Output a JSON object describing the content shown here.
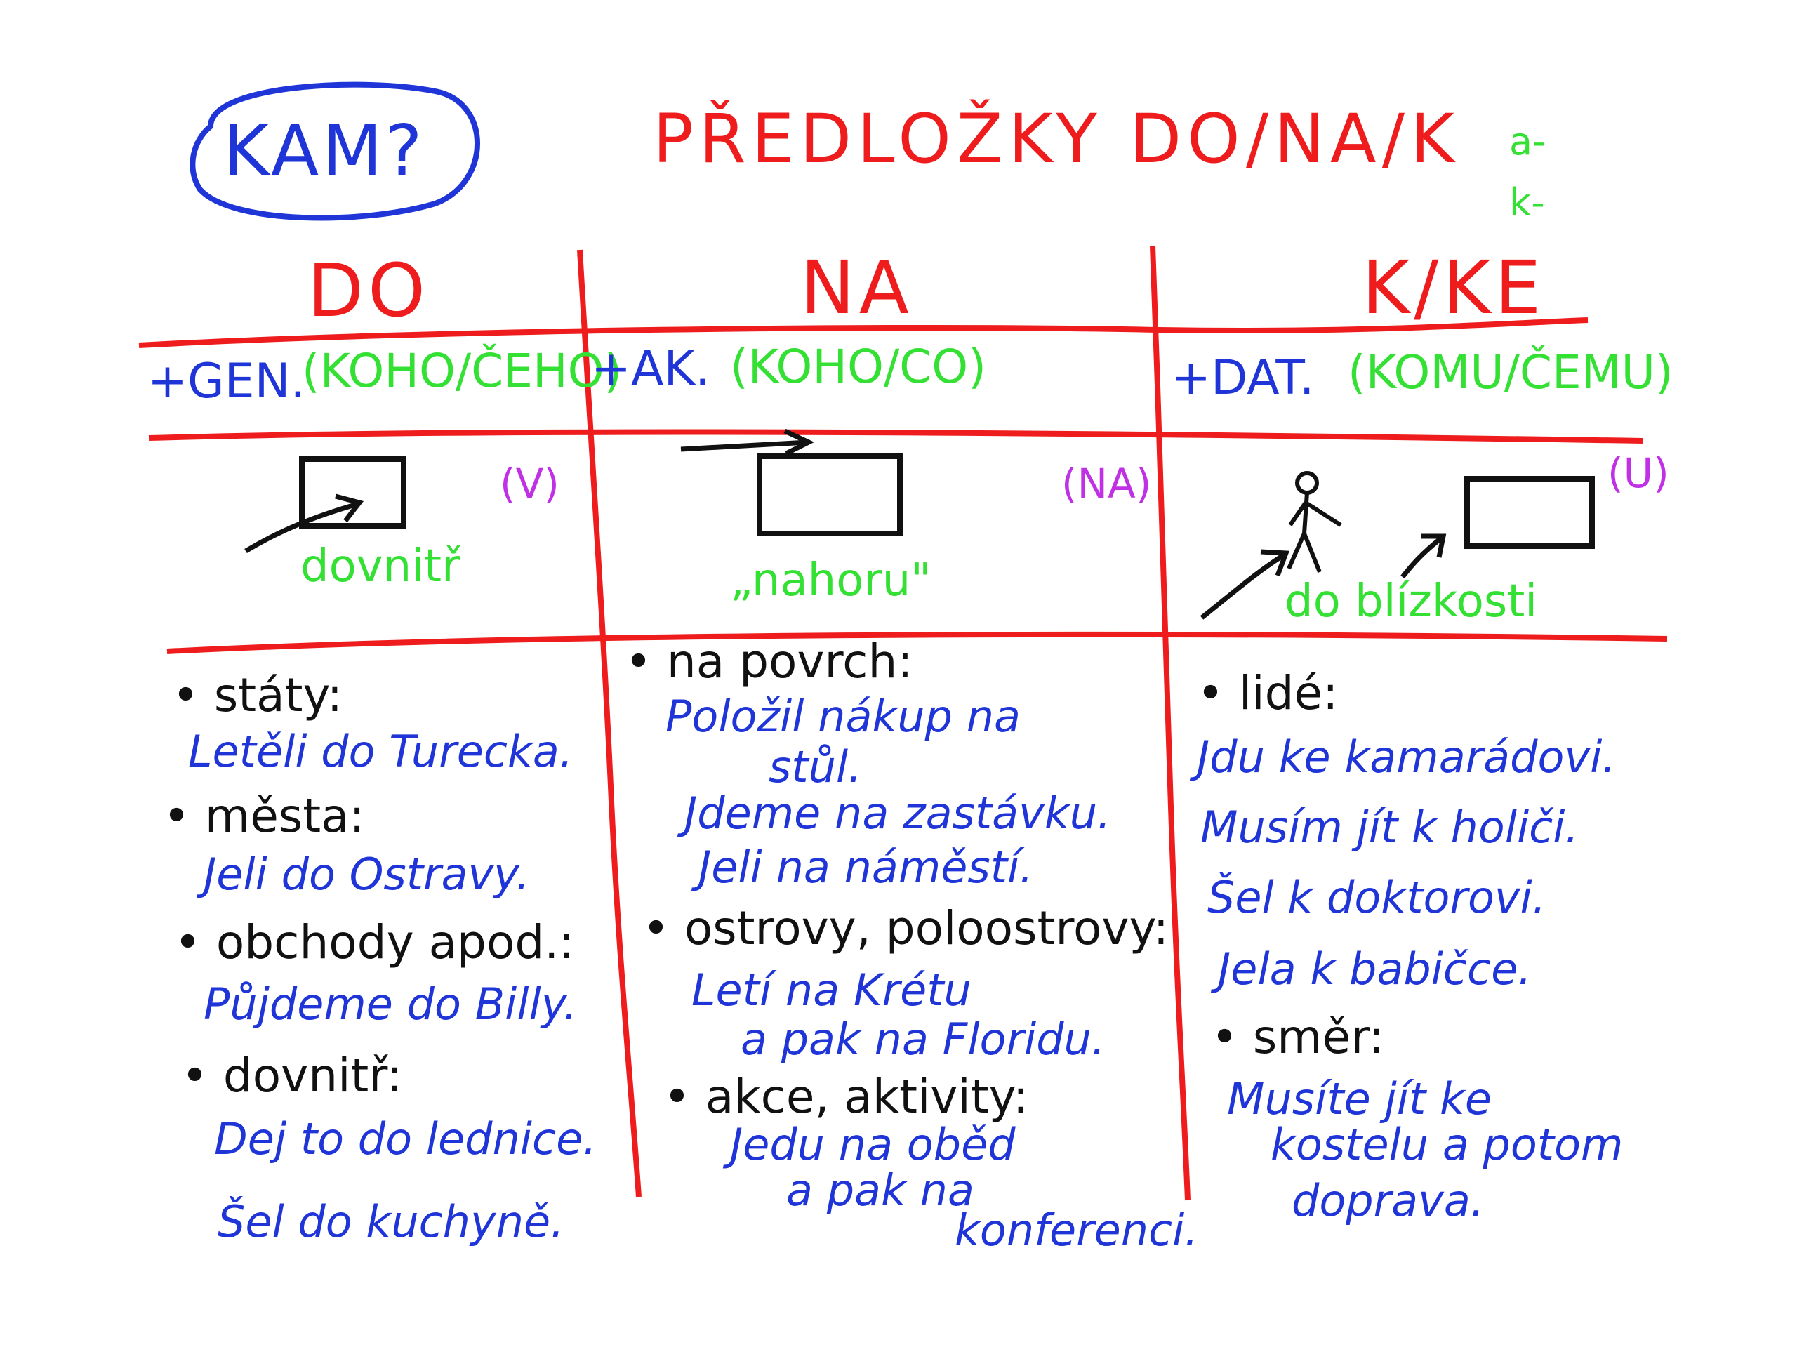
{
  "corner_label": "KAM?",
  "title": "PŘEDLOŽKY DO/NA/K",
  "side_note": [
    "a-",
    "k-"
  ],
  "columns": [
    {
      "heading": "DO",
      "case": "+GEN.",
      "case_question": "(KOHO/ČEHO)",
      "marker": "(V)",
      "caption": "dovnitř",
      "items": [
        {
          "category": "• státy:",
          "examples": [
            "Letěli do Turecka."
          ]
        },
        {
          "category": "• města:",
          "examples": [
            "Jeli do Ostravy."
          ]
        },
        {
          "category": "• obchody apod.:",
          "examples": [
            "Půjdeme do Billy."
          ]
        },
        {
          "category": "• dovnitř:",
          "examples": [
            "Dej to do lednice.",
            "Šel do kuchyně."
          ]
        }
      ]
    },
    {
      "heading": "NA",
      "case": "+AK.",
      "case_question": "(KOHO/CO)",
      "marker": "(NA)",
      "caption": "„nahoru\"",
      "items": [
        {
          "category": "• na povrch:",
          "examples": [
            "Položil nákup na",
            "stůl.",
            "Jdeme na zastávku.",
            "Jeli na náměstí."
          ]
        },
        {
          "category": "• ostrovy, poloostrovy:",
          "examples": [
            "Letí na Krétu",
            "a pak na Floridu."
          ]
        },
        {
          "category": "• akce, aktivity:",
          "examples": [
            "Jedu na oběd",
            "a pak na",
            "konferenci."
          ]
        }
      ]
    },
    {
      "heading": "K/KE",
      "case": "+DAT.",
      "case_question": "(KOMU/ČEMU)",
      "marker": "(U)",
      "caption": "do blízkosti",
      "items": [
        {
          "category": "• lidé:",
          "examples": [
            "Jdu ke kamarádovi.",
            "Musím jít k holiči.",
            "Šel k doktorovi.",
            "Jela k babičce."
          ]
        },
        {
          "category": "• směr:",
          "examples": [
            "Musíte jít ke",
            "kostelu a potom",
            "doprava."
          ]
        }
      ]
    }
  ],
  "colors": {
    "red": "#ee1c1c",
    "blue": "#1f35d8",
    "green": "#34e034",
    "purple": "#c031e6",
    "black": "#111111"
  }
}
